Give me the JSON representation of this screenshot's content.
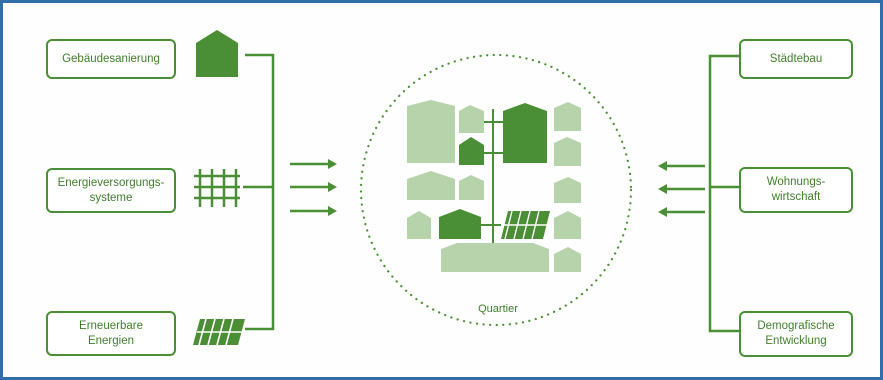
{
  "left_boxes": [
    {
      "label": "Gebäudesanierung",
      "icon": "house-icon"
    },
    {
      "label": "Energieversorgungs-\nsysteme",
      "icon": "grid-icon"
    },
    {
      "label": "Erneuerbare\nEnergien",
      "icon": "solar-panel-icon"
    }
  ],
  "right_boxes": [
    {
      "label": "Städtebau"
    },
    {
      "label": "Wohnungs-\nwirtschaft"
    },
    {
      "label": "Demografische\nEntwicklung"
    }
  ],
  "center": {
    "label": "Quartier"
  },
  "colors": {
    "dark_green": "#4a8f35",
    "light_green": "#b7d3ab",
    "border_blue": "#2f6ea8",
    "text_green": "#3f7f2a"
  }
}
